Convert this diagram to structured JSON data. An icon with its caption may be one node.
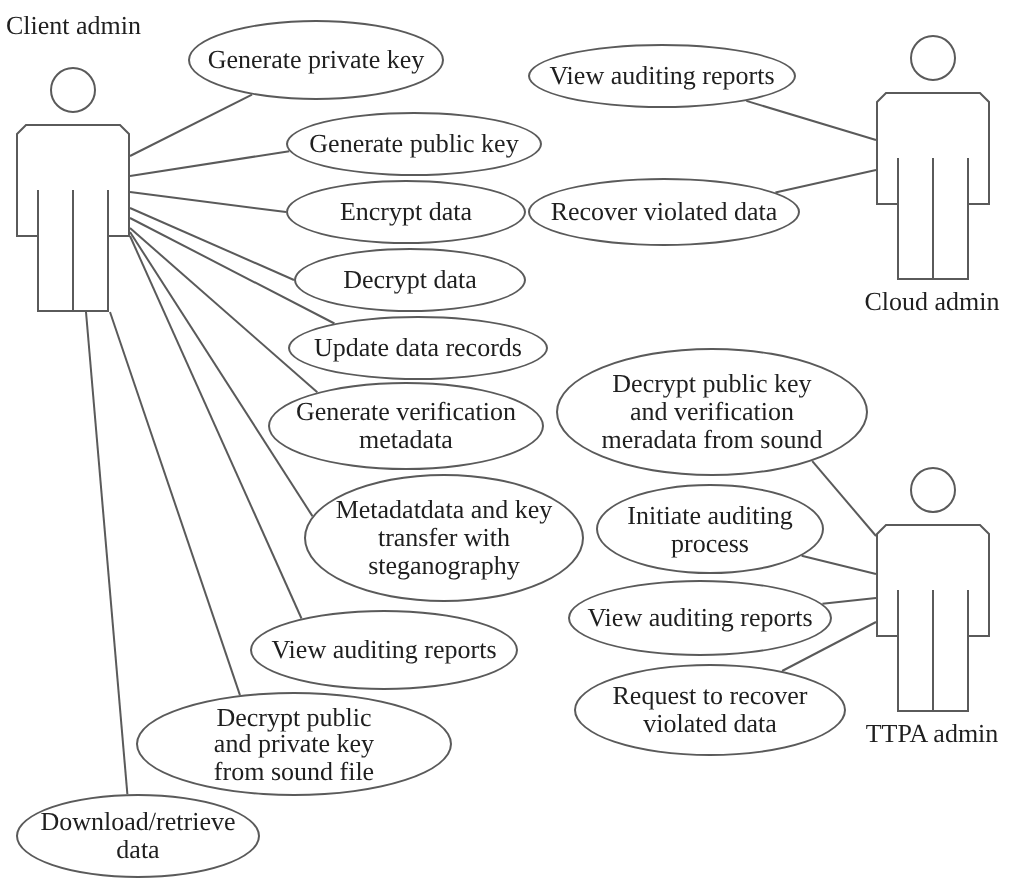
{
  "diagram": {
    "nodes": [
      {
        "text": [],
        "shape": "person",
        "beside": [
          "Client admin"
        ]
      },
      {
        "text": [
          "Generate private key"
        ]
      },
      {
        "text": [
          "Generate public key"
        ]
      },
      {
        "text": [
          "Encrypt data"
        ]
      },
      {
        "text": [
          "Decrypt data"
        ]
      },
      {
        "text": [
          "Update data records"
        ]
      },
      {
        "text": [
          "Generate verification metadata"
        ]
      },
      {
        "text": [
          "Metadatdata and key transfer with steganography"
        ]
      },
      {
        "text": [
          "View auditing reports"
        ]
      },
      {
        "text": [
          "Decrypt public and private key from sound file"
        ]
      },
      {
        "text": [
          "Download/retrieve data"
        ]
      },
      {
        "text": [
          "View auditing reports"
        ]
      },
      {
        "text": [
          "Recover violated data"
        ]
      },
      {
        "text": [],
        "shape": "person",
        "beside": [
          "Cloud admin"
        ]
      },
      {
        "text": [
          "Decrypt public key and verification meradata from sound"
        ]
      },
      {
        "text": [
          "Initiate auditing process"
        ]
      },
      {
        "text": [
          "View auditing reports"
        ]
      },
      {
        "text": [
          "Request to recover violated data"
        ]
      },
      {
        "text": [],
        "shape": "person",
        "beside": [
          "TTPA admin"
        ]
      }
    ],
    "edges": [
      {
        "from": 0,
        "to": 1,
        "arrow": "none"
      },
      {
        "from": 0,
        "to": 2,
        "arrow": "none"
      },
      {
        "from": 0,
        "to": 3,
        "arrow": "none"
      },
      {
        "from": 0,
        "to": 4,
        "arrow": "none"
      },
      {
        "from": 0,
        "to": 5,
        "arrow": "none"
      },
      {
        "from": 0,
        "to": 6,
        "arrow": "none"
      },
      {
        "from": 0,
        "to": 7,
        "arrow": "none"
      },
      {
        "from": 0,
        "to": 8,
        "arrow": "none"
      },
      {
        "from": 0,
        "to": 9,
        "arrow": "none"
      },
      {
        "from": 0,
        "to": 10,
        "arrow": "none"
      },
      {
        "from": 13,
        "to": 11,
        "arrow": "none"
      },
      {
        "from": 13,
        "to": 12,
        "arrow": "none"
      },
      {
        "from": 18,
        "to": 14,
        "arrow": "none"
      },
      {
        "from": 18,
        "to": 15,
        "arrow": "none"
      },
      {
        "from": 18,
        "to": 16,
        "arrow": "none"
      },
      {
        "from": 18,
        "to": 17,
        "arrow": "none"
      }
    ]
  }
}
